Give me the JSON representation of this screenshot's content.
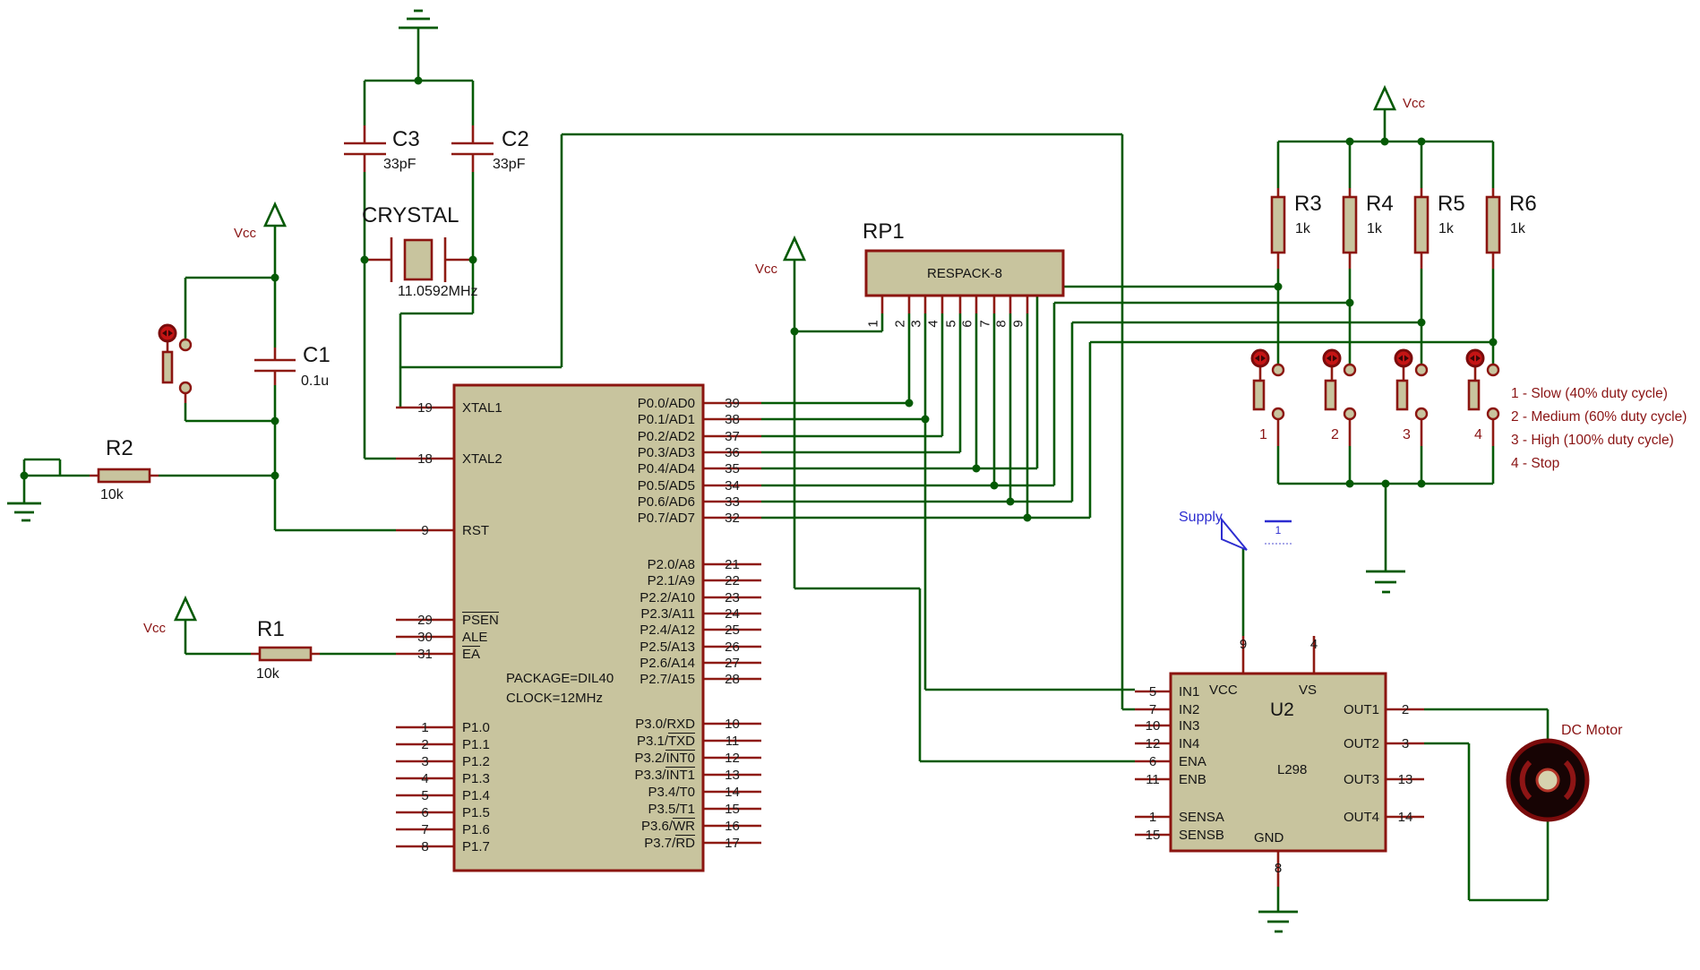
{
  "labels": {
    "vcc": "Vcc"
  },
  "colors": {
    "wire_green": "#055a05",
    "pin_red": "#8e1a12",
    "body_fill": "#c8c49e",
    "annotation_red": "#8a1414",
    "supply_blue": "#2d2dd0",
    "button_indicator": "#c41414"
  },
  "crystal_section": {
    "c3": {
      "ref": "C3",
      "value": "33pF"
    },
    "c2": {
      "ref": "C2",
      "value": "33pF"
    },
    "crystal": {
      "label": "CRYSTAL",
      "value": "11.0592MHz"
    },
    "c1": {
      "ref": "C1",
      "value": "0.1u"
    },
    "r2": {
      "ref": "R2",
      "value": "10k"
    },
    "r1": {
      "ref": "R1",
      "value": "10k"
    }
  },
  "mcu": {
    "attrs": [
      "PACKAGE=DIL40",
      "CLOCK=12MHz"
    ],
    "left_pins": [
      {
        "num": "19",
        "name": "XTAL1",
        "bar": ""
      },
      {
        "num": "18",
        "name": "XTAL2",
        "bar": ""
      },
      {
        "num": "9",
        "name": "RST",
        "bar": ""
      },
      {
        "num": "29",
        "name": "",
        "bar": "PSEN"
      },
      {
        "num": "30",
        "name": "ALE",
        "bar": ""
      },
      {
        "num": "31",
        "name": "",
        "bar": "EA"
      },
      {
        "num": "1",
        "name": "P1.0",
        "bar": ""
      },
      {
        "num": "2",
        "name": "P1.1",
        "bar": ""
      },
      {
        "num": "3",
        "name": "P1.2",
        "bar": ""
      },
      {
        "num": "4",
        "name": "P1.3",
        "bar": ""
      },
      {
        "num": "5",
        "name": "P1.4",
        "bar": ""
      },
      {
        "num": "6",
        "name": "P1.5",
        "bar": ""
      },
      {
        "num": "7",
        "name": "P1.6",
        "bar": ""
      },
      {
        "num": "8",
        "name": "P1.7",
        "bar": ""
      }
    ],
    "right_pins": [
      {
        "num": "39",
        "name": "P0.0/AD0",
        "bar": ""
      },
      {
        "num": "38",
        "name": "P0.1/AD1",
        "bar": ""
      },
      {
        "num": "37",
        "name": "P0.2/AD2",
        "bar": ""
      },
      {
        "num": "36",
        "name": "P0.3/AD3",
        "bar": ""
      },
      {
        "num": "35",
        "name": "P0.4/AD4",
        "bar": ""
      },
      {
        "num": "34",
        "name": "P0.5/AD5",
        "bar": ""
      },
      {
        "num": "33",
        "name": "P0.6/AD6",
        "bar": ""
      },
      {
        "num": "32",
        "name": "P0.7/AD7",
        "bar": ""
      },
      {
        "num": "21",
        "name": "P2.0/A8",
        "bar": ""
      },
      {
        "num": "22",
        "name": "P2.1/A9",
        "bar": ""
      },
      {
        "num": "23",
        "name": "P2.2/A10",
        "bar": ""
      },
      {
        "num": "24",
        "name": "P2.3/A11",
        "bar": ""
      },
      {
        "num": "25",
        "name": "P2.4/A12",
        "bar": ""
      },
      {
        "num": "26",
        "name": "P2.5/A13",
        "bar": ""
      },
      {
        "num": "27",
        "name": "P2.6/A14",
        "bar": ""
      },
      {
        "num": "28",
        "name": "P2.7/A15",
        "bar": ""
      },
      {
        "num": "10",
        "name": "P3.0/RXD",
        "bar": ""
      },
      {
        "num": "11",
        "name": "P3.1/",
        "bar": "TXD"
      },
      {
        "num": "12",
        "name": "P3.2/",
        "bar": "INT0"
      },
      {
        "num": "13",
        "name": "P3.3/",
        "bar": "INT1"
      },
      {
        "num": "14",
        "name": "P3.4/T0",
        "bar": ""
      },
      {
        "num": "15",
        "name": "P3.5/T1",
        "bar": ""
      },
      {
        "num": "16",
        "name": "P3.6/",
        "bar": "WR"
      },
      {
        "num": "17",
        "name": "P3.7/",
        "bar": "RD"
      }
    ]
  },
  "rp1": {
    "ref": "RP1",
    "part": "RESPACK-8",
    "pins": [
      "1",
      "2",
      "3",
      "4",
      "5",
      "6",
      "7",
      "8",
      "9"
    ]
  },
  "pullups": [
    {
      "ref": "R3",
      "value": "1k"
    },
    {
      "ref": "R4",
      "value": "1k"
    },
    {
      "ref": "R5",
      "value": "1k"
    },
    {
      "ref": "R6",
      "value": "1k"
    }
  ],
  "buttons": {
    "labels": [
      "1",
      "2",
      "3",
      "4"
    ]
  },
  "legend": [
    "1 - Slow (40% duty cycle)",
    "2 - Medium (60% duty cycle)",
    "3 - High (100% duty cycle)",
    "4 - Stop"
  ],
  "supply": {
    "label": "Supply",
    "pin": "1"
  },
  "driver": {
    "ref": "U2",
    "part": "L298",
    "left_pins": [
      {
        "num": "5",
        "name": "IN1"
      },
      {
        "num": "7",
        "name": "IN2"
      },
      {
        "num": "10",
        "name": "IN3"
      },
      {
        "num": "12",
        "name": "IN4"
      },
      {
        "num": "6",
        "name": "ENA"
      },
      {
        "num": "11",
        "name": "ENB"
      },
      {
        "num": "1",
        "name": "SENSA"
      },
      {
        "num": "15",
        "name": "SENSB"
      }
    ],
    "right_pins": [
      {
        "num": "2",
        "name": "OUT1"
      },
      {
        "num": "3",
        "name": "OUT2"
      },
      {
        "num": "13",
        "name": "OUT3"
      },
      {
        "num": "14",
        "name": "OUT4"
      }
    ],
    "top_pins": [
      {
        "num": "9",
        "name": "VCC"
      },
      {
        "num": "4",
        "name": "VS"
      }
    ],
    "bottom_pin": {
      "num": "8",
      "name": "GND"
    }
  },
  "motor": {
    "label": "DC Motor"
  }
}
